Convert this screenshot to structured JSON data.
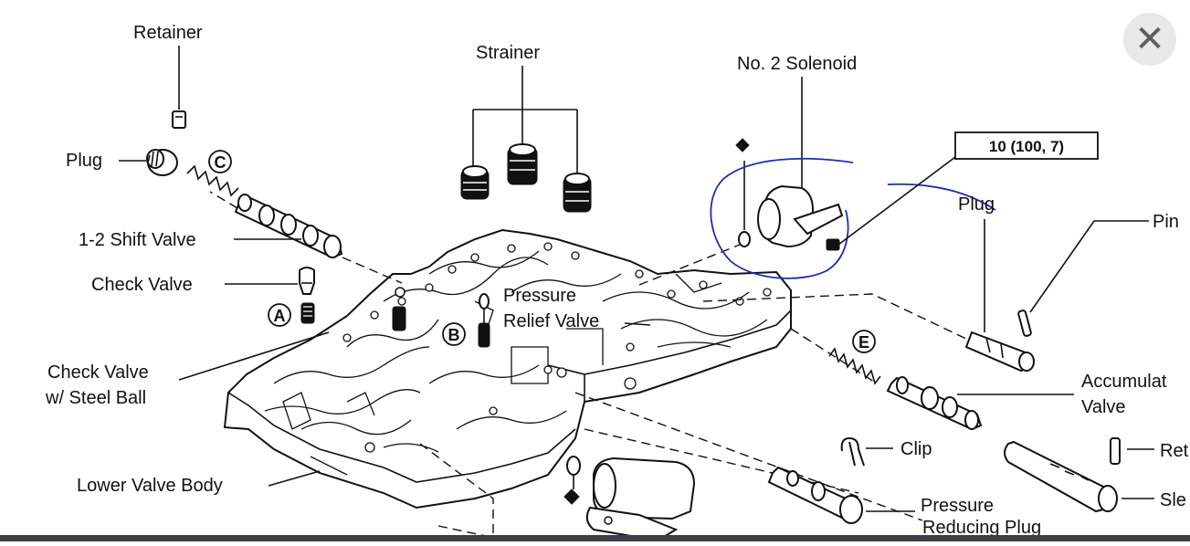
{
  "labels": {
    "retainer": "Retainer",
    "strainer": "Strainer",
    "solenoid": "No. 2 Solenoid",
    "torque": "10 (100, 7)",
    "plug_left": "Plug",
    "plug_right": "Plug",
    "pin": "Pin",
    "shift_valve": "1-2 Shift Valve",
    "check_valve": "Check Valve",
    "check_valve_ball_1": "Check Valve",
    "check_valve_ball_2": "w/ Steel Ball",
    "pressure_relief_1": "Pressure",
    "pressure_relief_2": "Relief Valve",
    "accumulator_1": "Accumulat",
    "accumulator_2": "Valve",
    "clip": "Clip",
    "retainer_right": "Ret",
    "sleeve": "Sle",
    "lower_valve_body": "Lower Valve Body",
    "pressure_reducing_1": "Pressure",
    "pressure_reducing_2": "Reducing Plug"
  },
  "callouts": {
    "a": "A",
    "b": "B",
    "c": "C",
    "e": "E"
  },
  "close_button": {
    "glyph": "✕"
  },
  "colors": {
    "annotation": "#1a2fb0",
    "close_bg": "#e8e8e8",
    "bottom_bar": "#3c4148"
  }
}
